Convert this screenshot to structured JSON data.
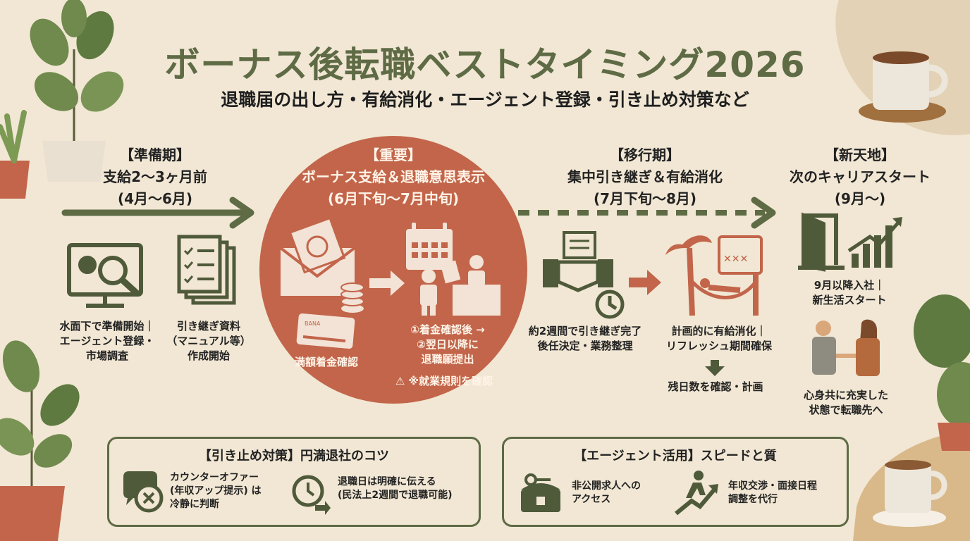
{
  "header": {
    "title": "ボーナス後転職ベストタイミング2026",
    "subtitle": "退職届の出し方・有給消化・エージェント登録・引き止め対策など"
  },
  "phases": [
    {
      "tag": "【準備期】",
      "line1": "支給2〜3ヶ月前",
      "line2": "(4月〜6月)"
    },
    {
      "tag": "【重要】",
      "line1": "ボーナス支給＆退職意思表示",
      "line2": "(6月下旬〜7月中旬)"
    },
    {
      "tag": "【移行期】",
      "line1": "集中引き継ぎ＆有給消化",
      "line2": "(7月下旬〜8月)"
    },
    {
      "tag": "【新天地】",
      "line1": "次のキャリアスタート",
      "line2": "(9月〜)"
    }
  ],
  "prep": {
    "item1": [
      "水面下で準備開始｜",
      "エージェント登録・",
      "市場調査"
    ],
    "item2": [
      "引き継ぎ資料",
      "（マニュアル等）",
      "作成開始"
    ]
  },
  "important": {
    "card_text": "BANA",
    "item1": "満額着金確認",
    "item2": [
      "①着金確認後 →",
      "②翌日以降に",
      "退職願提出"
    ],
    "warning": "※就業規則を確認"
  },
  "transition": {
    "item1": [
      "約2週間で引き継ぎ完了",
      "後任決定・業務整理"
    ],
    "item2": [
      "計画的に有給消化｜",
      "リフレッシュ期間確保"
    ],
    "item3": "残日数を確認・計画"
  },
  "newstart": {
    "item1": [
      "9月以降入社｜",
      "新生活スタート"
    ],
    "item2": [
      "心身共に充実した",
      "状態で転職先へ"
    ]
  },
  "retention_box": {
    "title": "【引き止め対策】円満退社のコツ",
    "tip1": [
      "カウンターオファー",
      "(年収アップ提示) は",
      "冷静に判断"
    ],
    "tip2": [
      "退職日は明確に伝える",
      "(民法上2週間で退職可能)"
    ]
  },
  "agent_box": {
    "title": "【エージェント活用】スピードと質",
    "tip1": [
      "非公開求人への",
      "アクセス"
    ],
    "tip2": [
      "年収交渉・面接日程",
      "調整を代行"
    ]
  },
  "colors": {
    "green": "#5e6b45",
    "terracotta": "#c2654a",
    "background": "#f1e7d4",
    "tan": "#e3d2b6"
  }
}
